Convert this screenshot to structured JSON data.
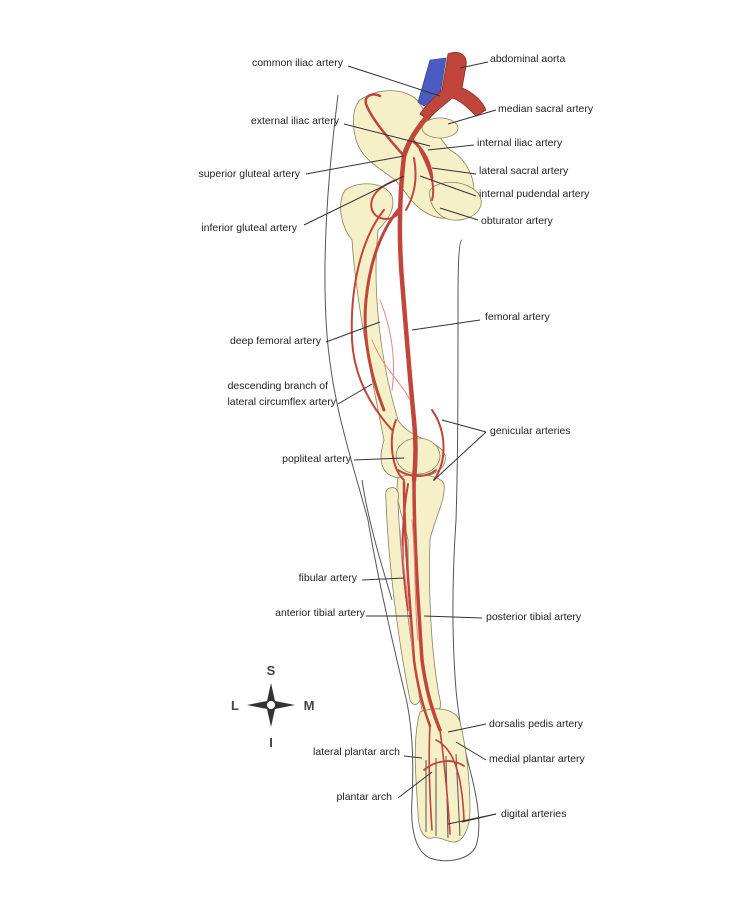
{
  "labels": {
    "common_iliac": "common iliac artery",
    "abdominal_aorta": "abdominal aorta",
    "median_sacral": "median sacral artery",
    "external_iliac": "external iliac artery",
    "internal_iliac": "internal iliac artery",
    "lateral_sacral": "lateral sacral artery",
    "superior_gluteal": "superior gluteal artery",
    "internal_pudendal": "internal pudendal artery",
    "obturator": "obturator artery",
    "inferior_gluteal": "inferior gluteal artery",
    "femoral": "femoral artery",
    "deep_femoral": "deep femoral artery",
    "descending_line1": "descending branch of",
    "descending_line2": "lateral circumflex artery",
    "genicular": "genicular arteries",
    "popliteal": "popliteal artery",
    "fibular": "fibular artery",
    "anterior_tibial": "anterior tibial artery",
    "posterior_tibial": "posterior tibial artery",
    "dorsalis_pedis": "dorsalis pedis artery",
    "lateral_plantar": "lateral plantar arch",
    "medial_plantar": "medial plantar artery",
    "plantar_arch": "plantar arch",
    "digital": "digital arteries"
  },
  "compass": {
    "superior": "S",
    "inferior": "I",
    "lateral": "L",
    "medial": "M"
  },
  "colors": {
    "artery": "#c0453a",
    "artery_dark": "#8e2a22",
    "vein": "#4a5cc2",
    "bone": "#f6f0c8"
  }
}
